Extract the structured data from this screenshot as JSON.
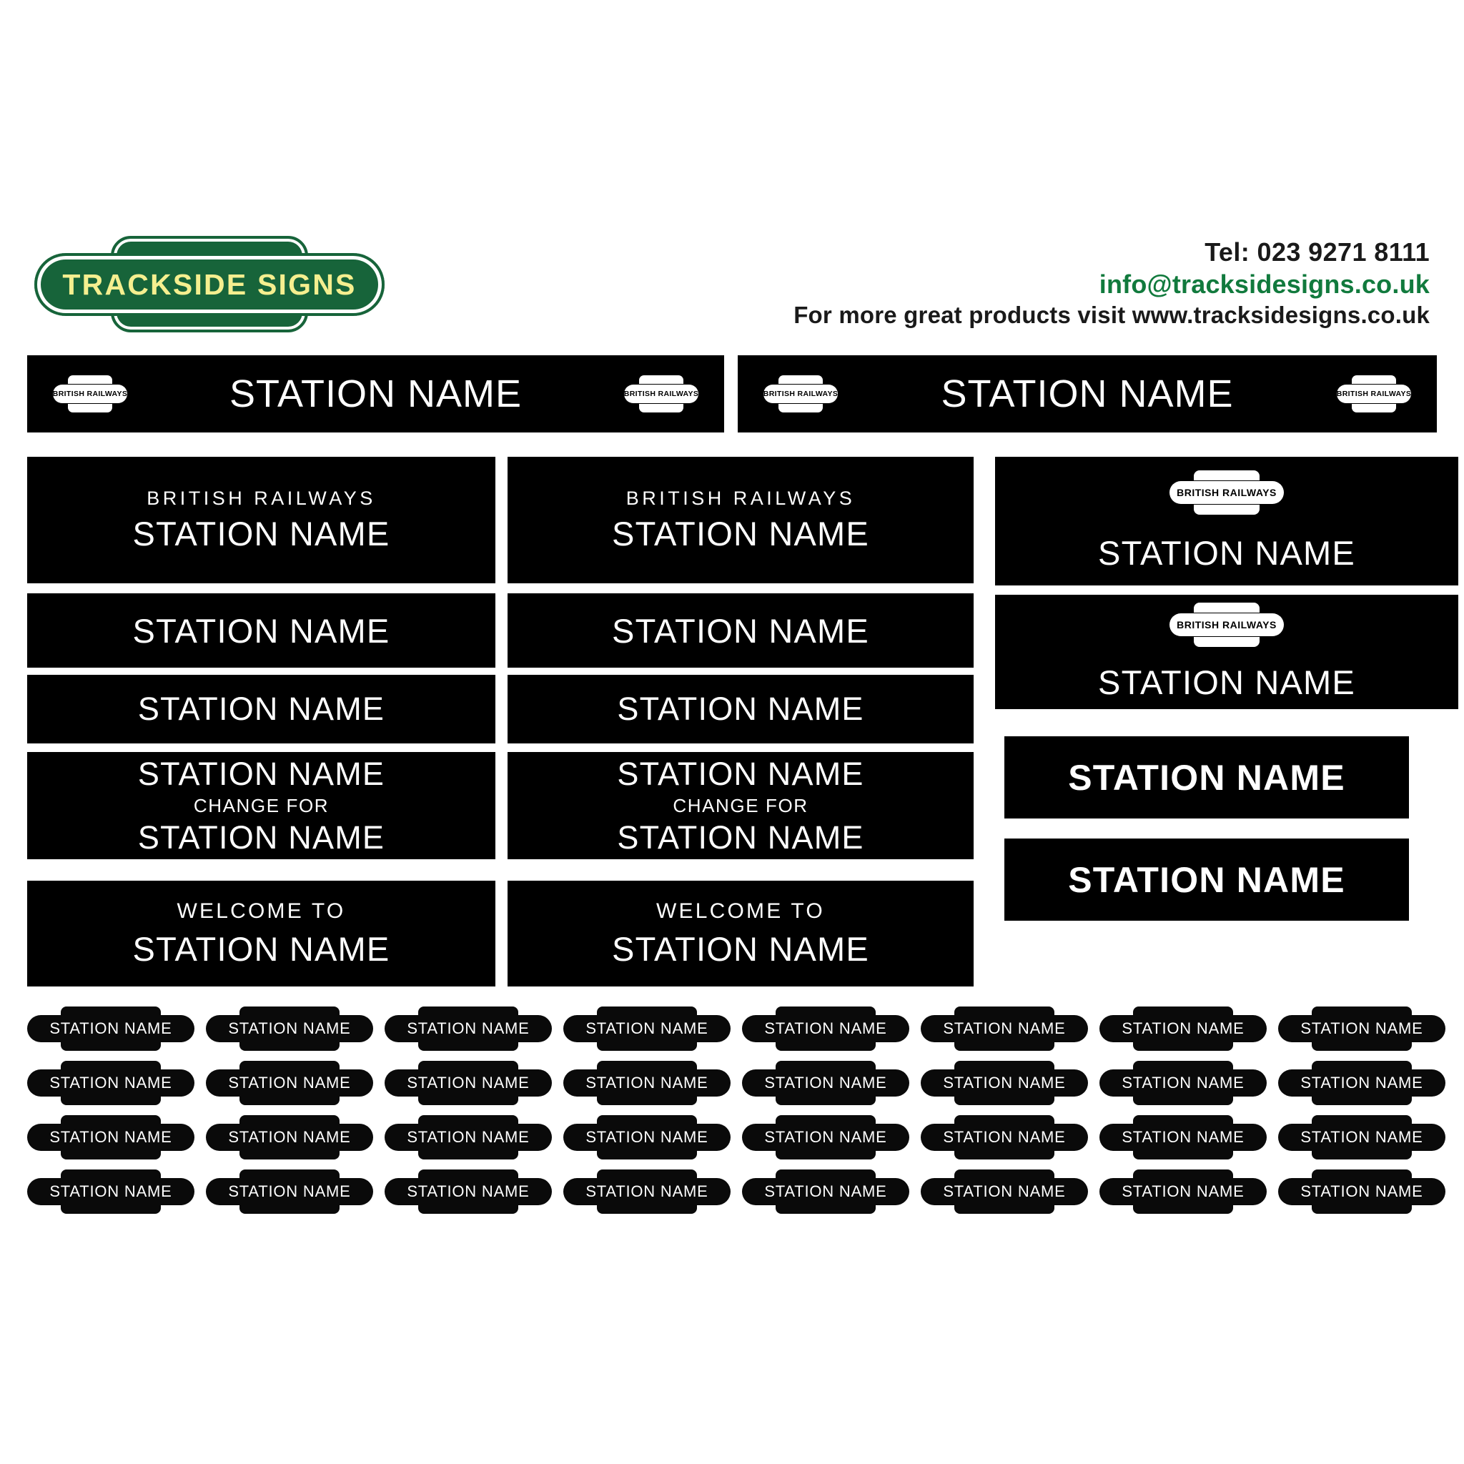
{
  "brand": {
    "logo_text": "TRACKSIDE SIGNS",
    "logo_green": "#17643a",
    "logo_yellow": "#f5ef8f"
  },
  "contact": {
    "tel": "Tel: 023 9271 8111",
    "email": "info@tracksidesigns.co.uk",
    "website_line": "For more great products visit www.tracksidesigns.co.uk",
    "email_color": "#117a3d"
  },
  "labels": {
    "station_name": "STATION NAME",
    "british_railways": "BRITISH RAILWAYS",
    "change_for": "CHANGE FOR",
    "welcome_to": "WELCOME TO"
  },
  "banners": [
    {
      "name": "STATION NAME",
      "badge_left": "BRITISH RAILWAYS",
      "badge_right": "BRITISH RAILWAYS"
    },
    {
      "name": "STATION NAME",
      "badge_left": "BRITISH RAILWAYS",
      "badge_right": "BRITISH RAILWAYS"
    }
  ],
  "signs": {
    "col1": [
      {
        "heading": "BRITISH RAILWAYS",
        "name": "STATION NAME"
      },
      {
        "name": "STATION NAME"
      },
      {
        "name": "STATION NAME"
      },
      {
        "name": "STATION NAME",
        "middle": "CHANGE FOR",
        "name2": "STATION NAME"
      },
      {
        "heading": "WELCOME TO",
        "name": "STATION NAME"
      }
    ],
    "col2": [
      {
        "heading": "BRITISH RAILWAYS",
        "name": "STATION NAME"
      },
      {
        "name": "STATION NAME"
      },
      {
        "name": "STATION NAME"
      },
      {
        "name": "STATION NAME",
        "middle": "CHANGE FOR",
        "name2": "STATION NAME"
      },
      {
        "heading": "WELCOME TO",
        "name": "STATION NAME"
      }
    ],
    "col3": [
      {
        "badge": "BRITISH RAILWAYS",
        "name": "STATION NAME"
      },
      {
        "badge": "BRITISH RAILWAYS",
        "name": "STATION NAME"
      },
      {
        "name": "STATION NAME"
      },
      {
        "name": "STATION NAME"
      }
    ]
  },
  "totem_grid": {
    "rows": 4,
    "cols": 8,
    "label": "STATION NAME"
  }
}
